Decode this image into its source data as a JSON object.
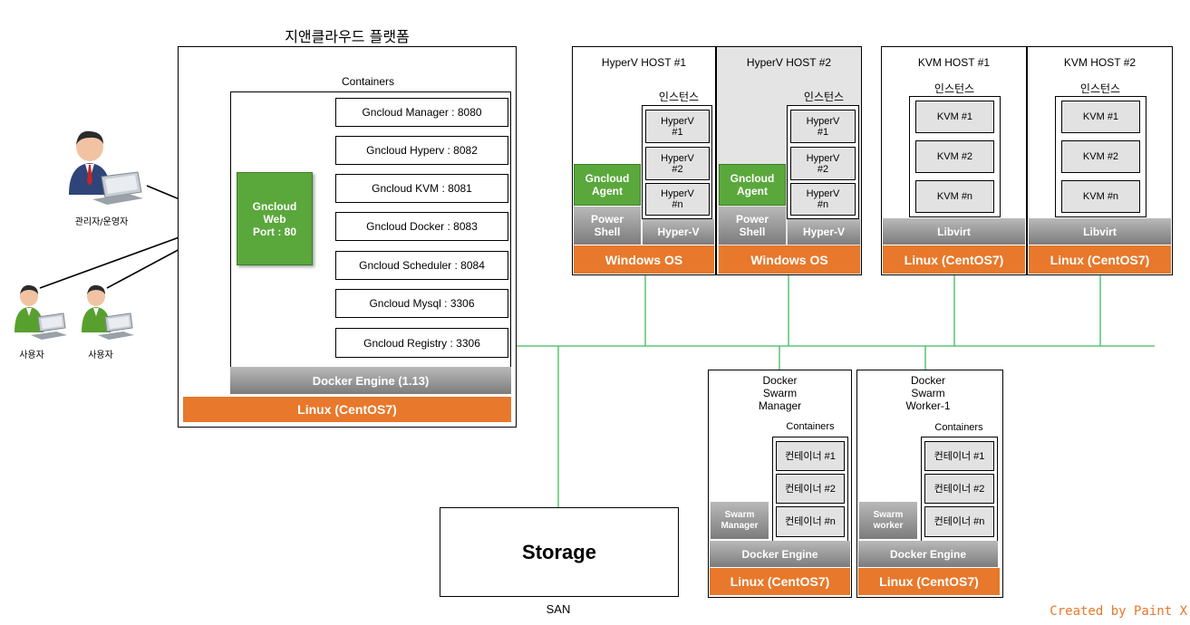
{
  "platform": {
    "title": "지앤클라우드 플랫폼",
    "containers_label": "Containers",
    "web": {
      "line1": "Gncloud",
      "line2": "Web",
      "line3": "Port : 80"
    },
    "services": [
      "Gncloud Manager : 8080",
      "Gncloud Hyperv : 8082",
      "Gncloud KVM : 8081",
      "Gncloud Docker : 8083",
      "Gncloud Scheduler : 8084",
      "Gncloud Mysql : 3306",
      "Gncloud Registry : 3306"
    ],
    "engine": "Docker Engine (1.13)",
    "os": "Linux (CentOS7)"
  },
  "users": {
    "admin": "관리자/운영자",
    "user1": "사용자",
    "user2": "사용자"
  },
  "hyperv_hosts": [
    {
      "title": "HyperV HOST #1",
      "instances_label": "인스턴스",
      "instances": [
        [
          "HyperV",
          "#1"
        ],
        [
          "HyperV",
          "#2"
        ],
        [
          "HyperV",
          "#n"
        ]
      ],
      "agent": [
        "Gncloud",
        "Agent"
      ],
      "powershell": [
        "Power",
        "Shell"
      ],
      "hypervisor": "Hyper-V",
      "os": "Windows OS"
    },
    {
      "title": "HyperV HOST #2",
      "instances_label": "인스턴스",
      "instances": [
        [
          "HyperV",
          "#1"
        ],
        [
          "HyperV",
          "#2"
        ],
        [
          "HyperV",
          "#n"
        ]
      ],
      "agent": [
        "Gncloud",
        "Agent"
      ],
      "powershell": [
        "Power",
        "Shell"
      ],
      "hypervisor": "Hyper-V",
      "os": "Windows OS"
    }
  ],
  "kvm_hosts": [
    {
      "title": "KVM HOST #1",
      "instances_label": "인스턴스",
      "instances": [
        "KVM #1",
        "KVM #2",
        "KVM #n"
      ],
      "libvirt": "Libvirt",
      "os": "Linux (CentOS7)"
    },
    {
      "title": "KVM HOST #2",
      "instances_label": "인스턴스",
      "instances": [
        "KVM #1",
        "KVM #2",
        "KVM #n"
      ],
      "libvirt": "Libvirt",
      "os": "Linux (CentOS7)"
    }
  ],
  "swarm_nodes": [
    {
      "title": [
        "Docker",
        "Swarm",
        "Manager"
      ],
      "containers_label": "Containers",
      "containers": [
        "컨테이너 #1",
        "컨테이너 #2",
        "컨테이너 #n"
      ],
      "role": [
        "Swarm",
        "Manager"
      ],
      "engine": "Docker Engine",
      "os": "Linux (CentOS7)"
    },
    {
      "title": [
        "Docker",
        "Swarm",
        "Worker-1"
      ],
      "containers_label": "Containers",
      "containers": [
        "컨테이너 #1",
        "컨테이너 #2",
        "컨테이너 #n"
      ],
      "role": [
        "Swarm",
        "worker"
      ],
      "engine": "Docker Engine",
      "os": "Linux (CentOS7)"
    }
  ],
  "storage": {
    "label": "Storage",
    "san": "SAN"
  },
  "credit": "Created by Paint X",
  "colors": {
    "orange": "#e8782b",
    "green": "#5aa83c",
    "network": "#3dbb5b",
    "host_shade": "#e4e4e4"
  }
}
